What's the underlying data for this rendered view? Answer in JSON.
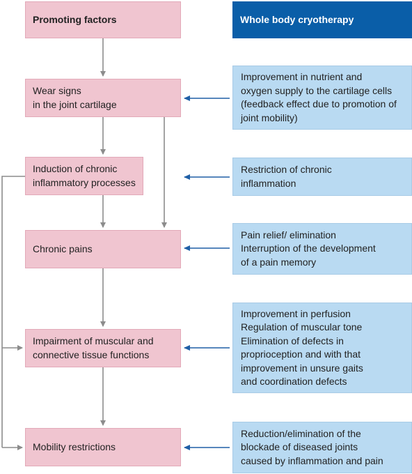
{
  "left_column": {
    "header": "Promoting  factors",
    "steps": [
      "Wear signs\nin the joint cartilage",
      "Induction of chronic\ninflammatory processes",
      "Chronic pains",
      "Impairment of muscular and\nconnective tissue functions",
      "Mobility restrictions"
    ]
  },
  "right_column": {
    "header": "Whole body cryotherapy",
    "effects": [
      "Improvement in nutrient and\noxygen supply to the cartilage cells\n(feedback effect due to promotion of\njoint mobility)",
      "Restriction of chronic\ninflammation",
      "Pain relief/ elimination\nInterruption of the development\nof a pain memory",
      "Improvement in perfusion\nRegulation of muscular tone\nElimination of defects in\nproprioception and with that\nimprovement in unsure gaits\nand coordination defects",
      "Reduction/elimination of the\nblockade of diseased joints\ncaused by inflammation and pain"
    ]
  },
  "colors": {
    "pink_box": "#f0c5d0",
    "light_blue_box": "#b9daf2",
    "dark_blue_header": "#0a5ea8",
    "grey_arrow": "#8c8c8c",
    "blue_arrow": "#1f5fa6"
  }
}
